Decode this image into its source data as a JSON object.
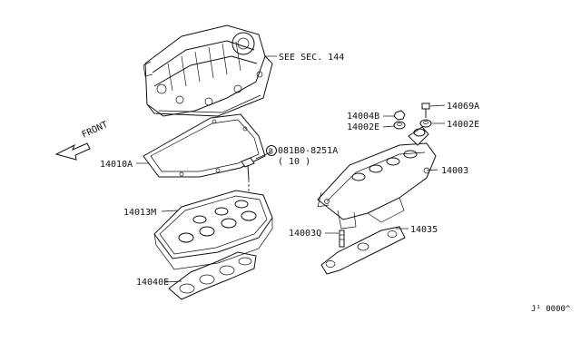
{
  "diagram": {
    "see_section": "SEE SEC. 144",
    "front_label": "FRONT",
    "callouts": {
      "p14069A": "14069A",
      "p14004B": "14004B",
      "p14002E_left": "14002E",
      "p14002E_right": "14002E",
      "p14003": "14003",
      "p14010A": "14010A",
      "bolt_part": "081B0-8251A",
      "bolt_qty": "( 10 )",
      "bolt_circle": "B",
      "p14013M": "14013M",
      "p14003Q": "14003Q",
      "p14035": "14035",
      "p14040E": "14040E"
    },
    "footer_code": "J¹ 0000^"
  }
}
